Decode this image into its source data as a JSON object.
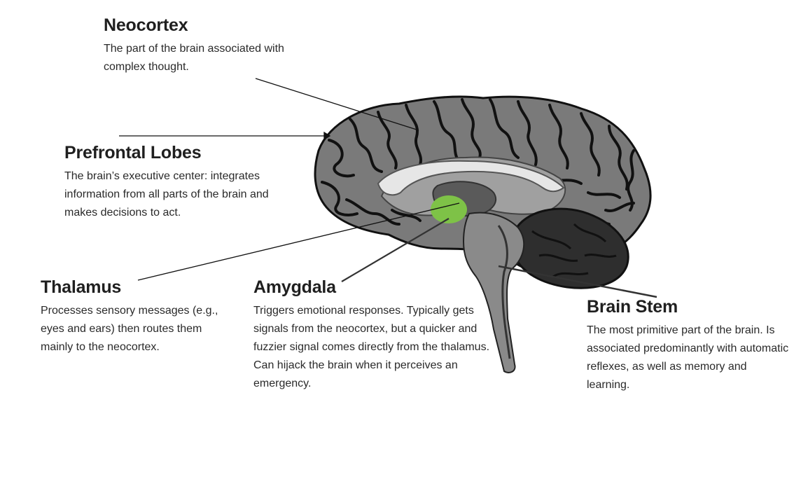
{
  "labels": {
    "neocortex": {
      "title": "Neocortex",
      "description": "The part of the brain associated with\ncomplex  thought."
    },
    "prefrontal": {
      "title": "Prefrontal Lobes",
      "description": "The brain’s executive center:  integrates\ninformation from all parts of the brain and\nmakes decisions to act."
    },
    "thalamus": {
      "title": "Thalamus",
      "description": "Processes sensory messages (e.g.,\neyes and ears) then routes them\nmainly to the neocortex."
    },
    "amygdala": {
      "title": "Amygdala",
      "description": "Triggers emotional responses.  Typically gets\nsignals from the neocortex, but a quicker and\nfuzzier signal comes directly from the thalamus.\nCan hijack the brain when it perceives an\nemergency."
    },
    "brainstem": {
      "title": "Brain Stem",
      "description": "The most primitive part of the brain. Is\nassociated predominantly with automatic\nreflexes, as well as memory and\nlearning."
    }
  },
  "colors": {
    "cortex": "#7a7a7a",
    "sulci": "#111111",
    "inner": "#9a9a9a",
    "corpus_callosum": "#e6e6e6",
    "amygdala": "#7ec247",
    "cerebellum": "#2e2e2e"
  }
}
